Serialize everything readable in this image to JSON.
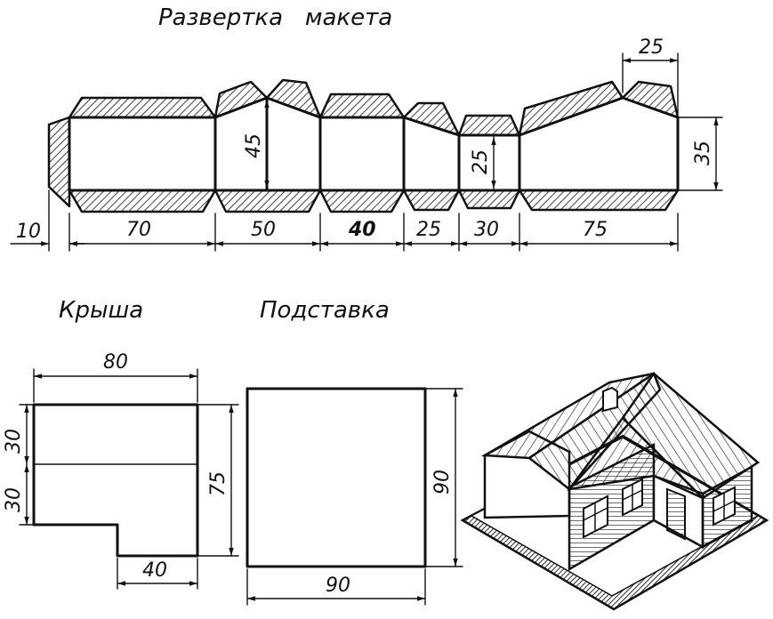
{
  "titles": {
    "net": "Развертка   макета",
    "roof": "Крыша",
    "base": "Подставка"
  },
  "net_dims": {
    "d10": "10",
    "d70": "70",
    "d50": "50",
    "d40": "40",
    "d25a": "25",
    "d30": "30",
    "d75": "75",
    "d45": "45",
    "d25b": "25",
    "d35": "35",
    "d25top": "25"
  },
  "roof_dims": {
    "w80": "80",
    "h75": "75",
    "h30a": "30",
    "h30b": "30",
    "w40": "40"
  },
  "base_dims": {
    "w90": "90",
    "h90": "90"
  },
  "colors": {
    "ink": "#111111",
    "paper": "#ffffff"
  }
}
